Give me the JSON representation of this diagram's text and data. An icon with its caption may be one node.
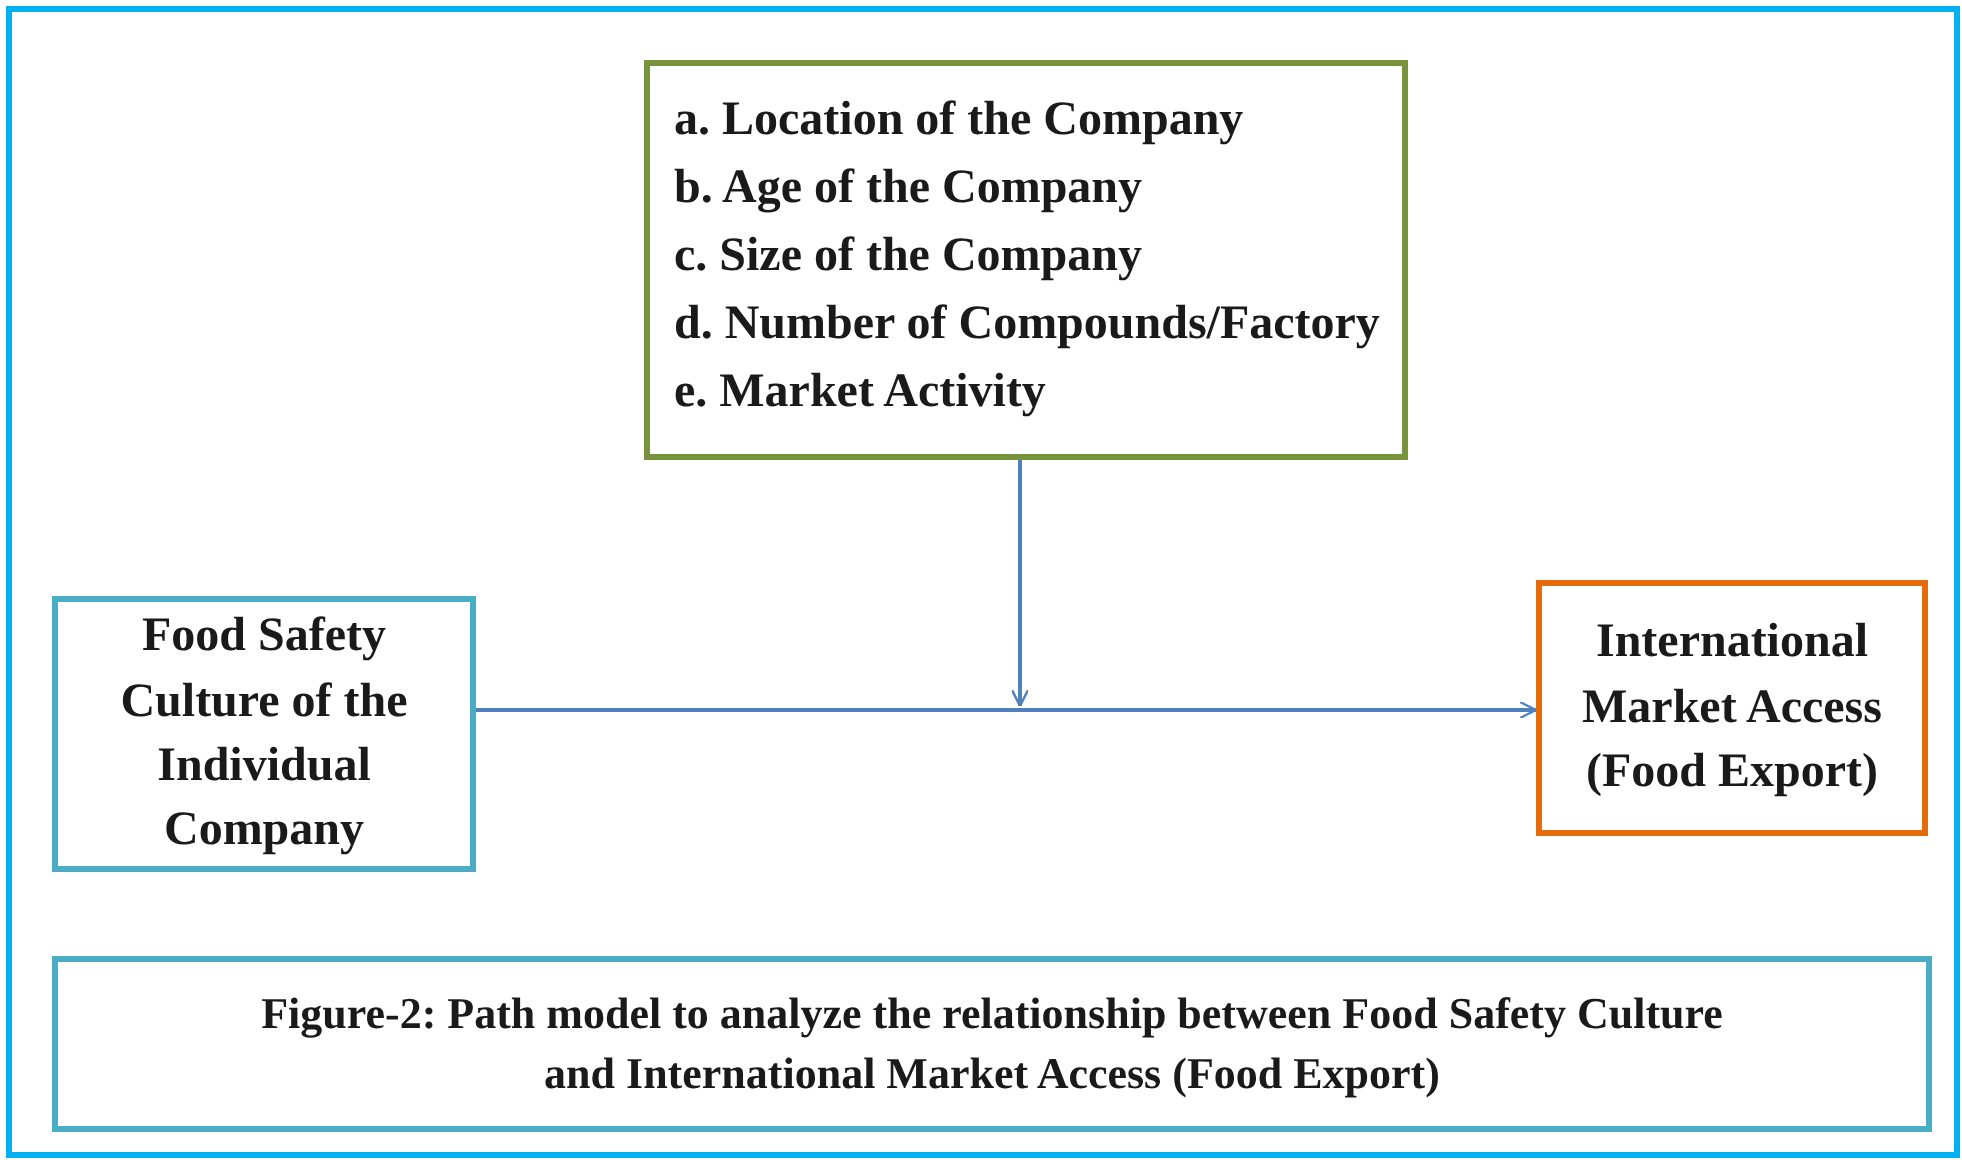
{
  "diagram": {
    "caption": "Figure-2: Path model to analyze the relationship between Food Safety Culture and International Market Access (Food Export)",
    "nodes": [
      {
        "text": [
          "Food Safety Culture of the Individual Company"
        ]
      },
      {
        "text": [
          "a. Location of the Company",
          "b. Age of the Company",
          "c. Size of the Company",
          "d. Number of Compounds/Factory",
          "e. Market Activity"
        ]
      },
      {
        "text": [
          "International Market Access (Food Export)"
        ]
      }
    ],
    "edges": [
      {
        "from": 0,
        "to": 2,
        "arrow": "to"
      },
      {
        "from": 1,
        "to": null,
        "arrow": "to"
      }
    ]
  }
}
